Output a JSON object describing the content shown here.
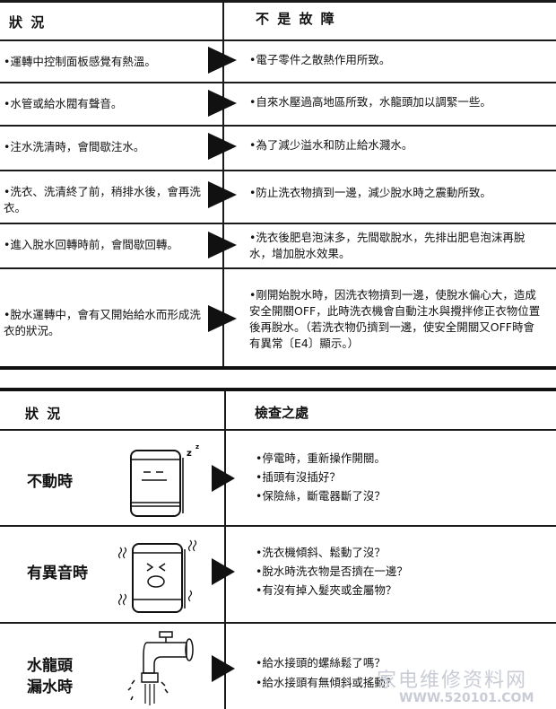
{
  "table1": {
    "col_situation": "狀 況",
    "col_not_fault": "不 是 故 障",
    "rows": [
      {
        "situation": "•運轉中控制面板感覺有熱溫。",
        "explanation": "•電子零件之散熱作用所致。"
      },
      {
        "situation": "•水管或給水閥有聲音。",
        "explanation": "•自來水壓過高地區所致，水龍頭加以調緊一些。"
      },
      {
        "situation": "•注水洗清時，會間歇注水。",
        "explanation": "•為了減少溢水和防止給水濺水。"
      },
      {
        "situation": "•洗衣、洗清終了前，稍排水後，會再洗衣。",
        "explanation": "•防止洗衣物擠到一邊，減少脫水時之震動所致。"
      },
      {
        "situation": "•進入脫水回轉時前，會間歇回轉。",
        "explanation": "•洗衣後肥皂泡沫多，先間歇脫水，先排出肥皂泡沫再脫水，增加脫水效果。"
      },
      {
        "situation": "•脫水運轉中，會有又開始給水而形成洗衣的狀況。",
        "explanation": "•剛開始脫水時，因洗衣物擠到一邊，使脫水偏心大，造成安全開關OFF，此時洗衣機會自動注水與攪拌修正衣物位置後再脫水。（若洗衣物仍擠到一邊，使安全開關又OFF時會有異常〔E4〕顯示。）"
      }
    ]
  },
  "table2": {
    "col_situation": "狀 況",
    "col_check": "檢查之處",
    "rows": [
      {
        "situation": "不動時",
        "checks": [
          "•停電時，重新操作開關。",
          "•插頭有沒插好？",
          "•保險絲，斷電器斷了沒？"
        ]
      },
      {
        "situation": "有異音時",
        "checks": [
          "•洗衣機傾斜、鬆動了沒？",
          "•脫水時洗衣物是否擠在一邊？",
          "•有沒有掉入髮夾或金屬物？"
        ]
      },
      {
        "situation": "水龍頭漏水時",
        "situation_lines": [
          "水龍頭",
          "漏水時"
        ],
        "checks": [
          "•給水接頭的螺絲鬆了嗎？",
          "•給水接頭有無傾斜或搖動？"
        ]
      }
    ]
  },
  "watermark": {
    "cn": "家电维修资料网",
    "url": "WWW.520101.COM"
  }
}
